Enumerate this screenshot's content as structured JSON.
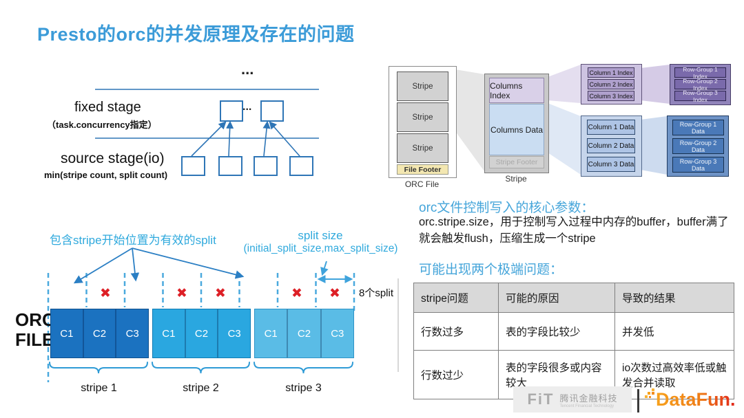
{
  "title": "Presto的orc的并发原理及存在的问题",
  "stage_diagram": {
    "top_ellipsis": "...",
    "fixed_stage_label": "fixed stage",
    "fixed_stage_note": "（task.concurrency指定）",
    "between_ellipsis": "...",
    "source_stage_label": "source stage(io)",
    "source_stage_note": "min(stripe count, split count)"
  },
  "orc_structure": {
    "orc_file": {
      "caption": "ORC File",
      "stripe_blocks": [
        "Stripe",
        "Stripe",
        "Stripe"
      ],
      "file_footer": "File Footer"
    },
    "stripe": {
      "caption": "Stripe",
      "columns_index": "Columns Index",
      "columns_data": "Columns Data",
      "stripe_footer": "Stripe Footer"
    },
    "column_index_blocks": [
      "Column 1 Index",
      "Column 2 Index",
      "Column 3 Index"
    ],
    "row_group_index_blocks": [
      "Row-Group 1 Index",
      "Row-Group 2 Index",
      "Row-Group 3 Index"
    ],
    "column_data_blocks": [
      "Column 1 Data",
      "Column 2 Data",
      "Column 3 Data"
    ],
    "row_group_data_blocks": [
      "Row-Group 1 Data",
      "Row-Group 2 Data",
      "Row-Group 3 Data"
    ]
  },
  "params_section": {
    "heading": "orc文件控制写入的核心参数：",
    "body": "orc.stripe.size，用于控制写入过程中内存的buffer，buffer满了就会触发flush，压缩生成一个stripe",
    "problems_heading": "可能出现两个极端问题："
  },
  "problems_table": {
    "headers": [
      "stripe问题",
      "可能的原因",
      "导致的结果"
    ],
    "rows": [
      [
        "行数过多",
        "表的字段比较少",
        "并发低"
      ],
      [
        "行数过少",
        "表的字段很多或内容较大",
        "io次数过高效率低或触发合并读取"
      ]
    ]
  },
  "split_diagram": {
    "valid_split_note": "包含stripe开始位置为有效的split",
    "split_size_note_line1": "split size",
    "split_size_note_line2": "(initial_split_size,max_split_size)",
    "split_count_label": "8个split",
    "file_label_line1": "ORC",
    "file_label_line2": "FILE",
    "invalid_split_icon": "✖",
    "total_splits": 8,
    "invalid_split_positions": [
      2,
      4,
      5,
      7,
      8
    ],
    "valid_split_positions": [
      1,
      3,
      6
    ],
    "stripes": [
      {
        "label": "stripe 1",
        "cells": [
          "C1",
          "C2",
          "C3"
        ]
      },
      {
        "label": "stripe 2",
        "cells": [
          "C1",
          "C2",
          "C3"
        ]
      },
      {
        "label": "stripe 3",
        "cells": [
          "C1",
          "C2",
          "C3"
        ]
      }
    ]
  },
  "footer": {
    "fit_logo_text": "FiT",
    "fit_brand_cn": "腾讯金融科技",
    "fit_brand_en": "Tencent Financial Technology",
    "datafun_logo_text": "DataFun."
  },
  "colors": {
    "title_blue": "#3b9bd8",
    "heading_blue": "#45a5da",
    "annotation_blue": "#2fa9dd",
    "diagram_line_blue": "#2e75b6",
    "dashed_split_blue": "#4aa9de",
    "invalid_red": "#dd1f26",
    "stripe1_fill": "#1b72c0",
    "stripe2_fill": "#2aa7e0",
    "stripe3_fill": "#5abce6",
    "index_purple_light": "#afa0cd",
    "index_purple_dark": "#7a6aab",
    "data_blue_light": "#aec4e5",
    "data_blue_dark": "#4a79b8",
    "file_footer_yellow": "#f3e7b1",
    "table_header_bg": "#d9d9d9"
  }
}
